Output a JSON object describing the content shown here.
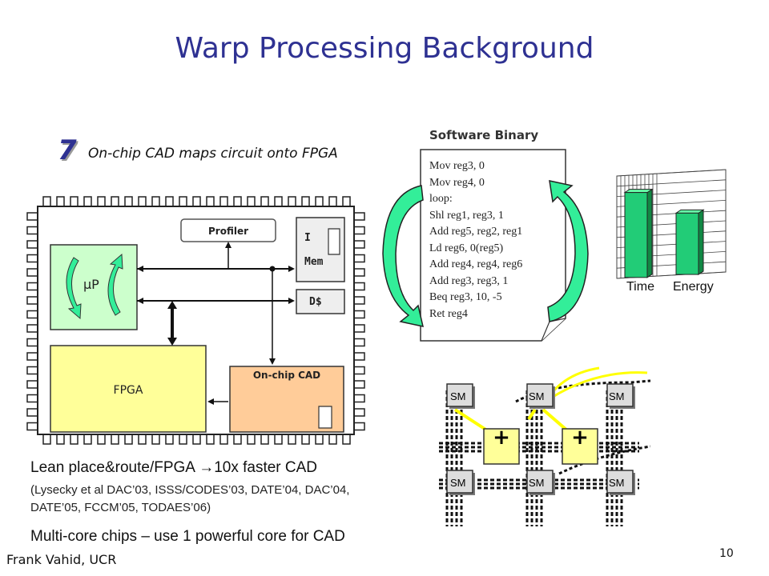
{
  "slide": {
    "title": "Warp Processing Background",
    "step_number": "7",
    "step_text": "On-chip CAD maps circuit onto FPGA",
    "bullet1": "Lean place&route/FPGA →10x faster CAD",
    "citation_line1": "(Lysecky et al DAC’03, ISSS/CODES’03, DATE’04, DAC’04,",
    "citation_line2": "DATE’05, FCCM’05, TODAES’06)",
    "bullet2": "Multi-core chips – use 1 powerful core for CAD",
    "footer": "Frank Vahid, UCR",
    "page_number": "10"
  },
  "chip": {
    "profiler": "Profiler",
    "imem_i": "I",
    "imem_mem": "Mem",
    "dcache": "D$",
    "processor": "µP",
    "fpga": "FPGA",
    "onchip_cad": "On-chip CAD"
  },
  "binary": {
    "title": "Software Binary",
    "lines": [
      "Mov reg3, 0",
      "Mov reg4, 0",
      "loop:",
      "Shl reg1, reg3, 1",
      "Add reg5, reg2, reg1",
      "Ld reg6, 0(reg5)",
      "Add reg4, reg4, reg6",
      "Add reg3, reg3, 1",
      "Beq reg3, 10, -5",
      "Ret reg4"
    ]
  },
  "chart_data": {
    "type": "bar",
    "categories": [
      "Time",
      "Energy"
    ],
    "values": [
      0.9,
      0.65
    ],
    "ylim": [
      0,
      1
    ],
    "grid": true,
    "colors": [
      "#22cc77",
      "#22cc77"
    ]
  },
  "fabric": {
    "sm_label": "SM",
    "adder_label": "+"
  },
  "colors": {
    "title": "#2e3192",
    "processor_fill": "#ccffcc",
    "fpga_fill": "#ffff99",
    "cad_fill": "#ffcc99",
    "arrow_green": "#33ee99",
    "adder_fill": "#ffff99",
    "route_yellow": "#ffff00"
  }
}
